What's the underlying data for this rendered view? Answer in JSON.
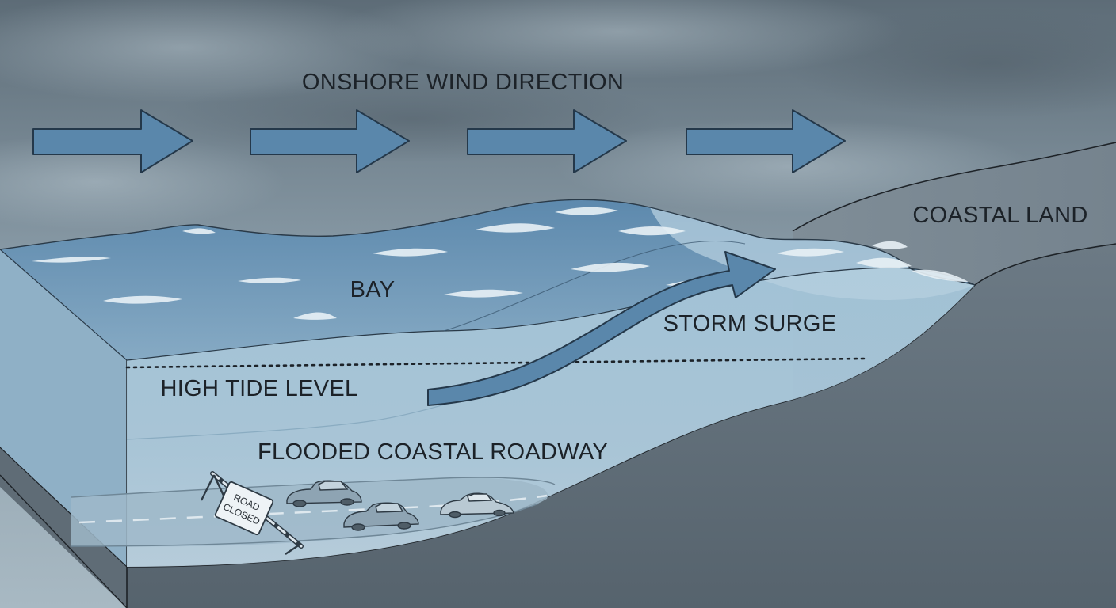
{
  "labels": {
    "wind": "ONSHORE WIND DIRECTION",
    "coastal_land": "COASTAL LAND",
    "bay": "BAY",
    "storm_surge": "STORM SURGE",
    "high_tide": "HIGH TIDE LEVEL",
    "flooded_roadway": "FLOODED COASTAL ROADWAY"
  },
  "sign": {
    "line1": "ROAD",
    "line2": "CLOSED"
  },
  "colors": {
    "sky_top": "#5f6e79",
    "sky_bottom": "#a9bac4",
    "arrow_fill": "#5a87ab",
    "arrow_stroke": "#24384a",
    "water_surface": "#6f98b8",
    "water_body": "#9dbfd4",
    "land_top": "#7d8a94",
    "land_side": "#63717c",
    "label_text": "#1c2228"
  },
  "icons": {
    "wind_arrows": "arrow-right-icon",
    "surge_arrow": "curved-arrow-icon",
    "cars": "car-icon",
    "barrier": "road-closed-sign-icon"
  }
}
